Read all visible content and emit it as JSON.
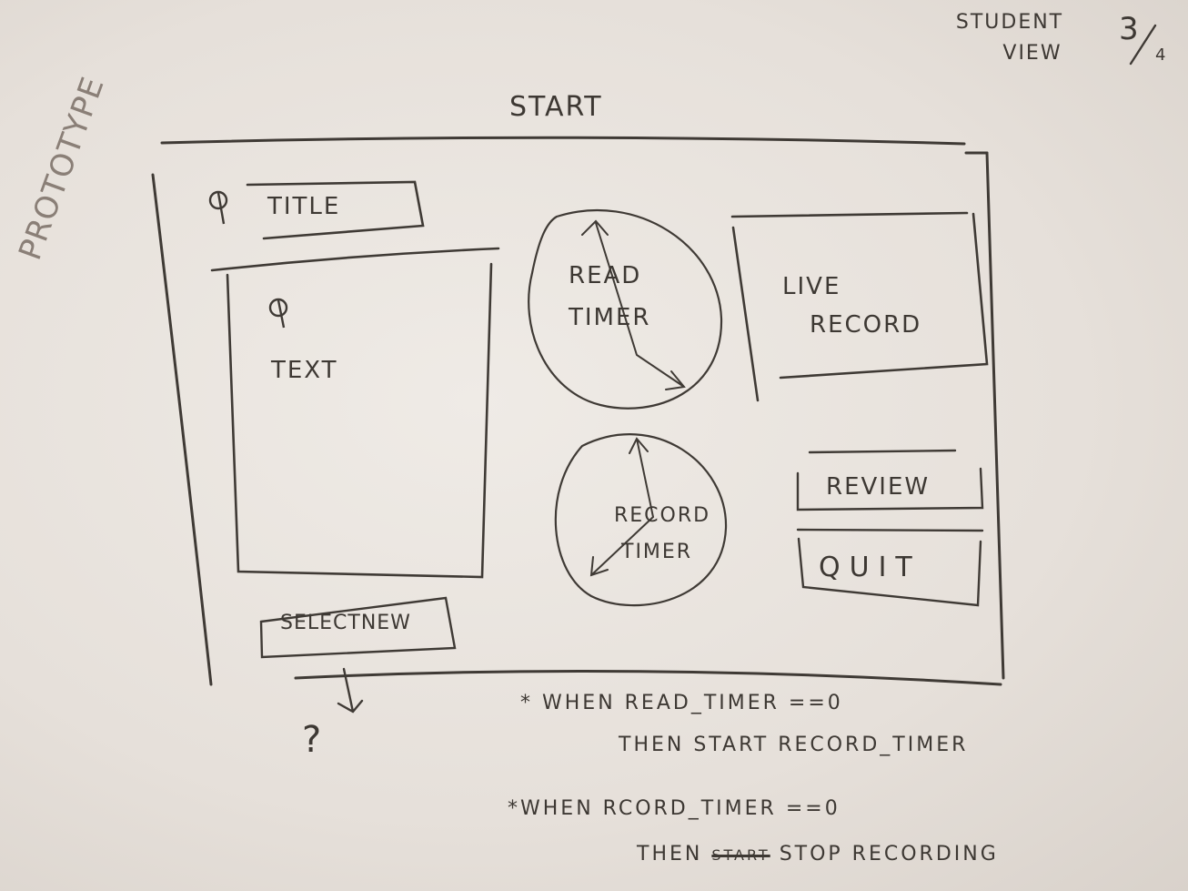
{
  "corner": {
    "view_line1": "STUDENT",
    "view_line2": "VIEW",
    "page_num": "3",
    "page_den": "4"
  },
  "side_label": "PROTOTYPE",
  "header": {
    "title": "START"
  },
  "left": {
    "title_label": "TITLE",
    "text_label": "TEXT",
    "select_new_label": "SELECTNEW",
    "question_mark": "?"
  },
  "middle": {
    "read_timer_line1": "READ",
    "read_timer_line2": "TIMER",
    "record_timer_line1": "RECORD",
    "record_timer_line2": "TIMER"
  },
  "right": {
    "live_record_line1": "LIVE",
    "live_record_line2": "RECORD",
    "review_label": "REVIEW",
    "quit_label": "QUIT"
  },
  "notes": {
    "note1_line1": "* WHEN READ_TIMER ==0",
    "note1_line2": "THEN START RECORD_TIMER",
    "note2_line1": "*WHEN RCORD_TIMER ==0",
    "note2_line2_pre": "THEN",
    "note2_line2_strike": "START",
    "note2_line2_post": "STOP RECORDING"
  }
}
